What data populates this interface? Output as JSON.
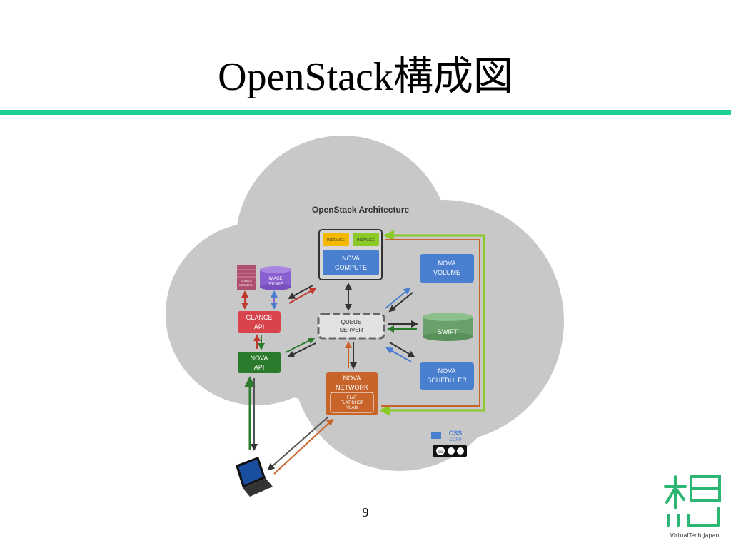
{
  "slide": {
    "title": "OpenStack構成図",
    "page_number": "9"
  },
  "diagram": {
    "heading": "OpenStack Architecture",
    "nova_compute": {
      "instance_1": "INSTANCE",
      "instance_2": "INSTANCE",
      "line1": "NOVA",
      "line2": "COMPUTE"
    },
    "nova_volume": {
      "line1": "NOVA",
      "line2": "VOLUME"
    },
    "glance_registry": {
      "line1": "GLANCE",
      "line2": "REGISTRY"
    },
    "image_store": {
      "line1": "IMAGE",
      "line2": "STORE"
    },
    "glance_api": {
      "line1": "GLANCE",
      "line2": "API"
    },
    "queue_server": {
      "line1": "QUEUE",
      "line2": "SERVER"
    },
    "swift": {
      "label": "SWIFT"
    },
    "nova_api": {
      "line1": "NOVA",
      "line2": "API"
    },
    "nova_network": {
      "line1": "NOVA",
      "line2": "NETWORK",
      "opt1": "FLAT",
      "opt2": "FLAT DHCP",
      "opt3": "VLAN"
    },
    "nova_scheduler": {
      "line1": "NOVA",
      "line2": "SCHEDULER"
    },
    "css_logo": {
      "line1": "CSS",
      "line2": "CORP"
    },
    "license_badge": "cc"
  },
  "logo": {
    "caption": "VirtualTech Japan",
    "brand_color": "#2bb673"
  },
  "colors": {
    "accent_rule": "#1fcf98",
    "cloud": "#c8c8c8",
    "blue_box": "#4a7fd0",
    "red_box": "#d9434b",
    "green_box": "#2c7a2c",
    "orange_box": "#c8642a",
    "purple_store": "#8a5fd0",
    "yellow_instance": "#f5b800",
    "green_instance": "#8ac926"
  }
}
